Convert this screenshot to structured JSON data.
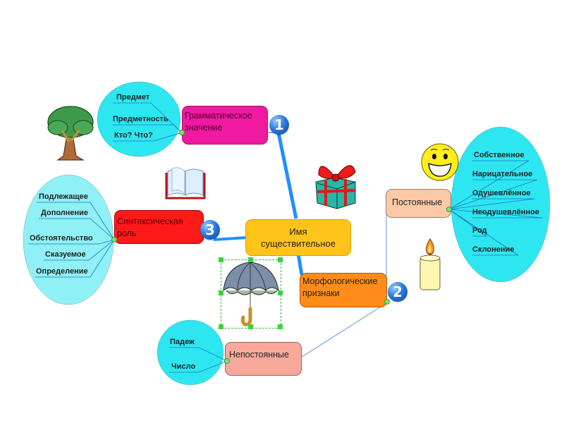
{
  "central": {
    "line1": "Имя",
    "line2": "существительное"
  },
  "branches": {
    "grammatical": {
      "line1": "Грамматическое",
      "line2": "значение",
      "badge": "1",
      "color": "#f01aa0",
      "leaves": [
        "Предмет",
        "Предметность",
        "Кто? Что?"
      ]
    },
    "morphological": {
      "line1": "Морфологические",
      "line2": "признаки",
      "badge": "2",
      "color": "#ff8c1a"
    },
    "syntactic": {
      "line1": "Синтаксическая",
      "line2": "роль",
      "badge": "3",
      "color": "#ff1a1a",
      "leaves": [
        "Подлежащее",
        "Дополнение",
        "Обстоятельство",
        "Сказуемое",
        "Определение"
      ]
    }
  },
  "sub": {
    "constant": {
      "label": "Постоянные",
      "color": "#fbc9a6",
      "leaves": [
        "Собственное",
        "Нарицательное",
        "Одушевлённое",
        "Неодушевлённое",
        "Род",
        "Склонение"
      ]
    },
    "variable": {
      "label": "Непостоянные",
      "color": "#f9a99b",
      "leaves": [
        "Падеж",
        "Число"
      ]
    }
  },
  "colors": {
    "central": "#ffc41a",
    "bubble": "#2ee6f0",
    "bubble_light": "#8ff0f5",
    "connector": "#1e90ff",
    "thin_line": "#5b8fd6"
  },
  "clipart": [
    "tree-icon",
    "book-icon",
    "gift-icon",
    "smiley-icon",
    "candle-icon",
    "umbrella-icon"
  ]
}
